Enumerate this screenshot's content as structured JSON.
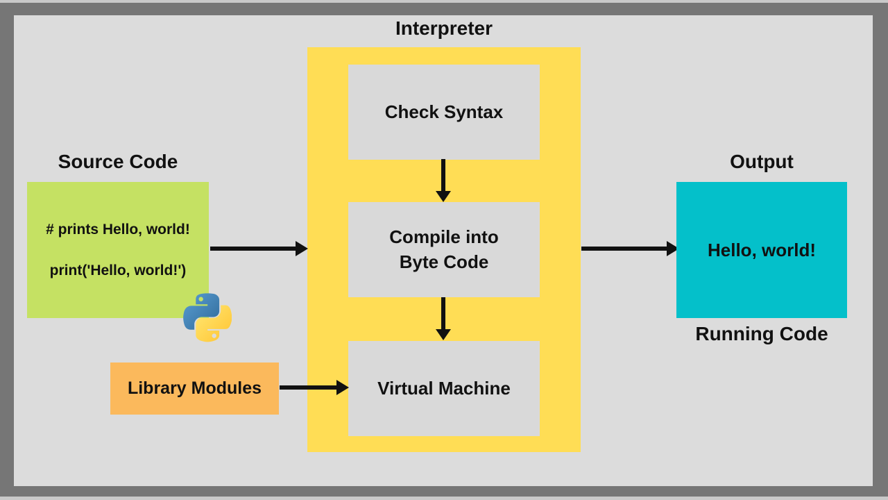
{
  "title": "Interpreter",
  "source": {
    "heading": "Source Code",
    "code_lines": [
      "# prints Hello, world!",
      "print('Hello, world!')"
    ]
  },
  "steps": [
    {
      "label": "Check Syntax"
    },
    {
      "label": "Compile into\nByte Code"
    },
    {
      "label": "Virtual Machine"
    }
  ],
  "library": {
    "label": "Library Modules"
  },
  "output": {
    "heading": "Output",
    "result": "Hello, world!",
    "caption": "Running Code"
  },
  "icons": {
    "python_logo": "python-logo"
  },
  "colors": {
    "frame": "#767676",
    "canvas": "#dcdcdc",
    "interpreter_bg": "#ffdd55",
    "step_bg": "#d9d9d9",
    "source_bg": "#c5e163",
    "library_bg": "#fbb95c",
    "output_bg": "#04c0ca",
    "arrow": "#111111",
    "python_blue": "#387eb8",
    "python_yellow": "#ffd43b"
  }
}
